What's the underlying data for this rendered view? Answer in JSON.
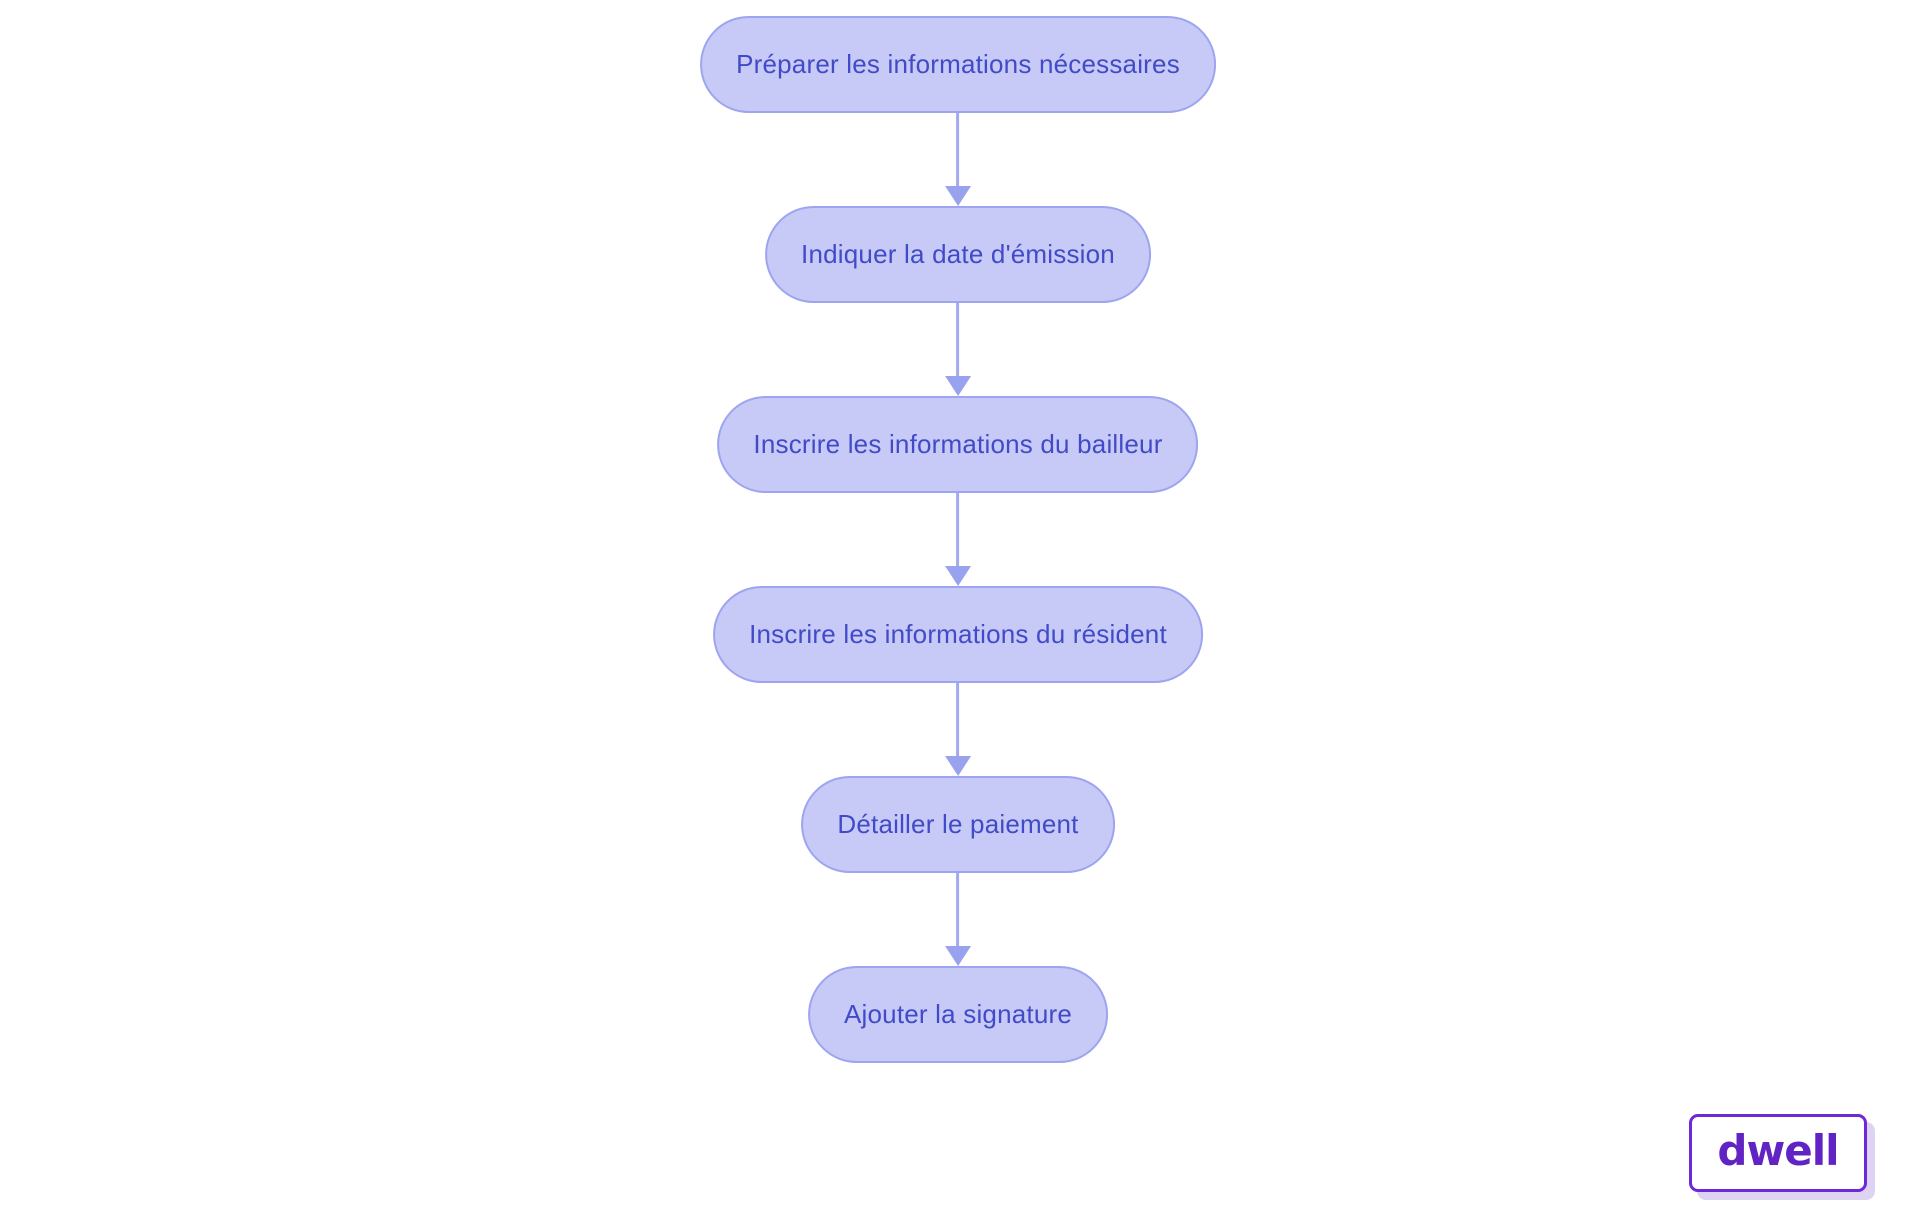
{
  "page": {
    "background_color": "#ffffff"
  },
  "flowchart": {
    "type": "flowchart",
    "direction": "top-down",
    "node_style": {
      "fill_color": "#c7c9f7",
      "border_color": "#9ea5ef",
      "text_color": "#414bc7",
      "shape": "pill"
    },
    "arrow_style": {
      "line_color": "#a2a9f1",
      "head_color": "#98a2ee"
    },
    "nodes": [
      {
        "label": "Préparer les informations nécessaires"
      },
      {
        "label": "Indiquer la date d'émission"
      },
      {
        "label": "Inscrire les informations du bailleur"
      },
      {
        "label": "Inscrire les informations du résident"
      },
      {
        "label": "Détailler le paiement"
      },
      {
        "label": "Ajouter la signature"
      }
    ],
    "edges": [
      {
        "from": 0,
        "to": 1
      },
      {
        "from": 1,
        "to": 2
      },
      {
        "from": 2,
        "to": 3
      },
      {
        "from": 3,
        "to": 4
      },
      {
        "from": 4,
        "to": 5
      }
    ]
  },
  "logo": {
    "text": "dwell",
    "text_color": "#6123c4",
    "border_color": "#6d28d9",
    "shadow_color": "#ded3f2"
  }
}
